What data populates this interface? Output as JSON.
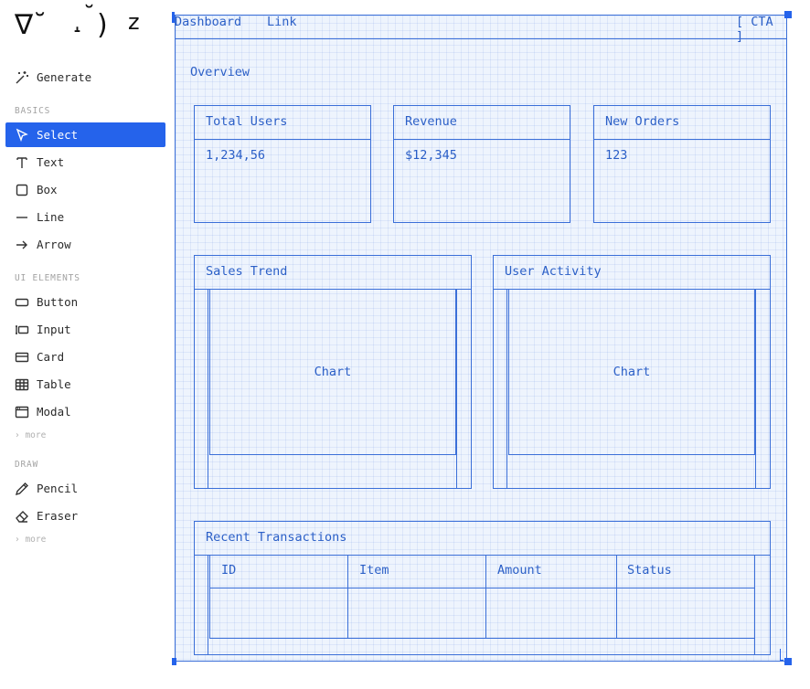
{
  "sidebar": {
    "logo": {
      "glyphs": [
        "∇˘",
        "˘",
        "˔",
        ")",
        "z"
      ]
    },
    "tools_top": [
      {
        "label": "Generate",
        "icon": "magic-wand-icon"
      }
    ],
    "sections": [
      {
        "title": "BASICS",
        "items": [
          {
            "label": "Select",
            "icon": "cursor-arrow-icon",
            "active": true
          },
          {
            "label": "Text",
            "icon": "text-t-icon"
          },
          {
            "label": "Box",
            "icon": "square-icon"
          },
          {
            "label": "Line",
            "icon": "line-icon"
          },
          {
            "label": "Arrow",
            "icon": "arrow-right-icon"
          }
        ]
      },
      {
        "title": "UI ELEMENTS",
        "items": [
          {
            "label": "Button",
            "icon": "button-icon"
          },
          {
            "label": "Input",
            "icon": "input-icon"
          },
          {
            "label": "Card",
            "icon": "card-icon"
          },
          {
            "label": "Table",
            "icon": "table-icon"
          },
          {
            "label": "Modal",
            "icon": "modal-icon"
          }
        ],
        "more": "› more"
      },
      {
        "title": "DRAW",
        "items": [
          {
            "label": "Pencil",
            "icon": "pencil-icon"
          },
          {
            "label": "Eraser",
            "icon": "eraser-icon"
          }
        ],
        "more": "› more"
      }
    ]
  },
  "canvas": {
    "nav": {
      "brand": "Dashboard",
      "link": "Link",
      "cta": "[ CTA ]"
    },
    "page_title": "Overview",
    "stats": [
      {
        "title": "Total Users",
        "value": "1,234,56"
      },
      {
        "title": "Revenue",
        "value": "$12,345"
      },
      {
        "title": "New Orders",
        "value": "123"
      }
    ],
    "charts": [
      {
        "title": "Sales Trend",
        "placeholder": "Chart"
      },
      {
        "title": "User Activity",
        "placeholder": "Chart"
      }
    ],
    "transactions": {
      "title": "Recent Transactions",
      "columns": [
        "ID",
        "Item",
        "Amount",
        "Status"
      ]
    }
  },
  "colors": {
    "accent": "#2563eb",
    "wireframe_stroke": "#3b6fd8",
    "wireframe_text": "#2b5fc7",
    "canvas_bg": "#eef4fd"
  }
}
